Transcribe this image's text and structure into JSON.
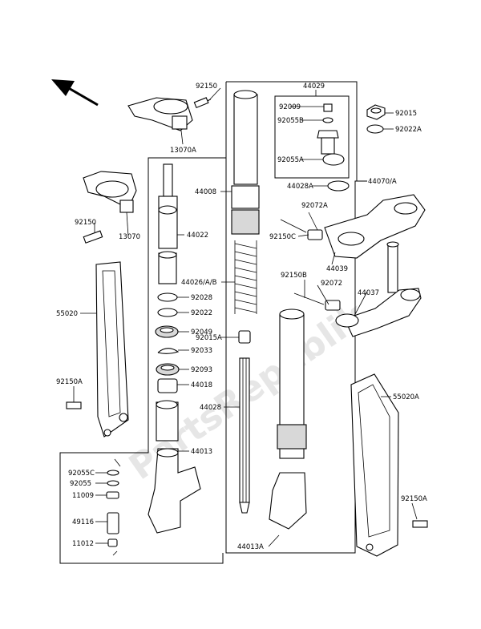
{
  "watermark": "PartsRepublik",
  "direction_icon": "front-direction-arrow-icon",
  "labels": {
    "p92150_top": "92150",
    "p13070A": "13070A",
    "p92150_mid": "92150",
    "p13070": "13070",
    "p55020": "55020",
    "p92150A_left": "92150A",
    "p44029": "44029",
    "p92009": "92009",
    "p92055B": "92055B",
    "p92055A": "92055A",
    "p44028A": "44028A",
    "p44070A": "44070/A",
    "p92015": "92015",
    "p92022A": "92022A",
    "p44008": "44008",
    "p44022": "44022",
    "p44026": "44026/A/B",
    "p92028": "92028",
    "p92022": "92022",
    "p92049": "92049",
    "p92015A": "92015A",
    "p92033": "92033",
    "p92093": "92093",
    "p44018": "44018",
    "p44028": "44028",
    "p44013": "44013",
    "p92072A": "92072A",
    "p92150C": "92150C",
    "p44039": "44039",
    "p92150B": "92150B",
    "p92072": "92072",
    "p44037": "44037",
    "p55020A": "55020A",
    "p92055C": "92055C",
    "p92055": "92055",
    "p11009": "11009",
    "p49116": "49116",
    "p11012": "11012",
    "p44013A": "44013A",
    "p92150A_right": "92150A"
  }
}
